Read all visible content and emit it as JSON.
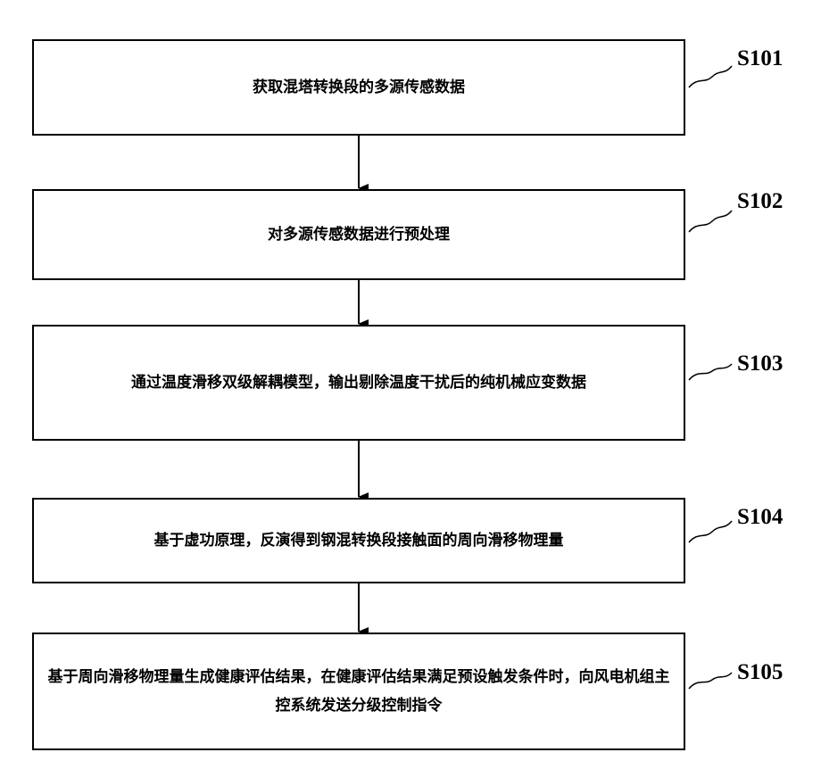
{
  "steps": [
    {
      "id": "S101",
      "text": "获取混塔转换段的多源传感数据"
    },
    {
      "id": "S102",
      "text": "对多源传感数据进行预处理"
    },
    {
      "id": "S103",
      "text": "通过温度滑移双级解耦模型，输出剔除温度干扰后的纯机械应变数据"
    },
    {
      "id": "S104",
      "text": "基于虚功原理，反演得到钢混转换段接触面的周向滑移物理量"
    },
    {
      "id": "S105",
      "text": "基于周向滑移物理量生成健康评估结果，在健康评估结果满足预设触发条件时，向风电机组主控系统发送分级控制指令"
    }
  ]
}
